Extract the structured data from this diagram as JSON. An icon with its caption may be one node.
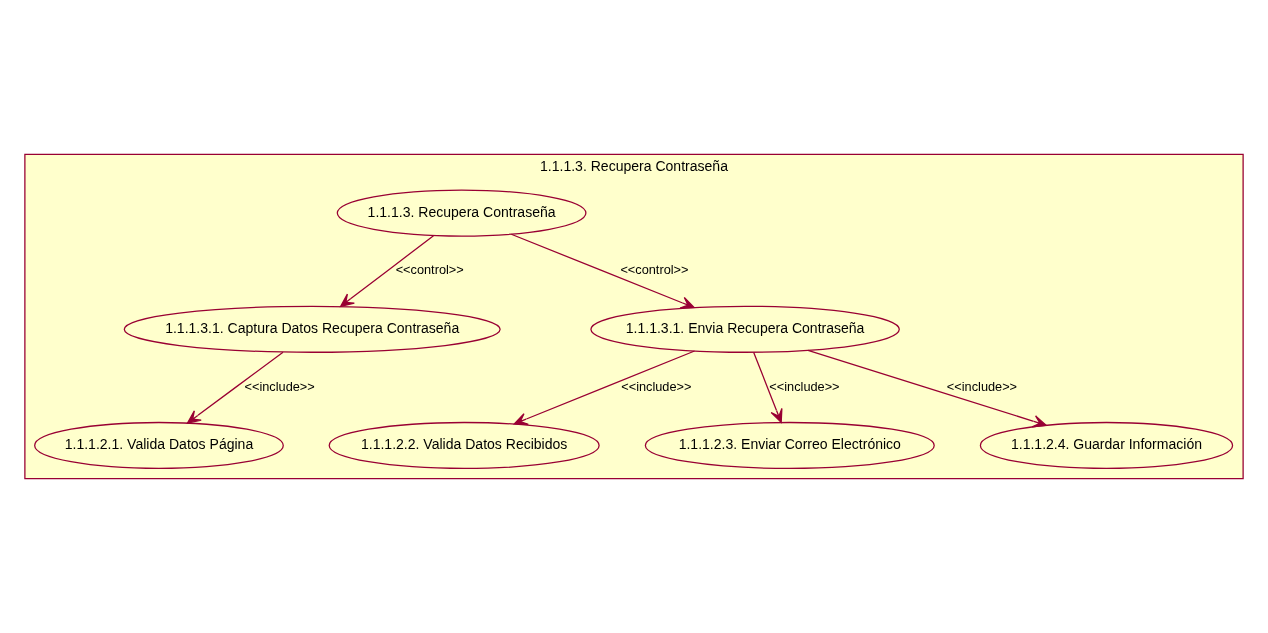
{
  "diagram": {
    "nodes": [
      {
        "text": [
          "1.1.1.3. Recupera Contraseña"
        ]
      },
      {
        "text": [
          "1.1.1.3. Recupera Contraseña"
        ],
        "in": 0
      },
      {
        "text": [
          "1.1.1.3.1. Captura Datos Recupera Contraseña"
        ],
        "in": 0
      },
      {
        "text": [
          "1.1.1.3.1. Envia Recupera Contraseña"
        ],
        "in": 0
      },
      {
        "text": [
          "1.1.1.2.1. Valida Datos Página"
        ],
        "in": 0
      },
      {
        "text": [
          "1.1.1.2.2. Valida Datos Recibidos"
        ],
        "in": 0
      },
      {
        "text": [
          "1.1.1.2.3. Enviar Correo Electrónico"
        ],
        "in": 0
      },
      {
        "text": [
          "1.1.1.2.4. Guardar Información"
        ],
        "in": 0
      }
    ],
    "edges": [
      {
        "from": 1,
        "to": 2,
        "arrow": "to",
        "label": "<<control>>"
      },
      {
        "from": 1,
        "to": 3,
        "arrow": "to",
        "label": "<<control>>"
      },
      {
        "from": 2,
        "to": 4,
        "arrow": "to",
        "label": "<<include>>"
      },
      {
        "from": 3,
        "to": 5,
        "arrow": "to",
        "label": "<<include>>"
      },
      {
        "from": 3,
        "to": 6,
        "arrow": "to",
        "label": "<<include>>"
      },
      {
        "from": 3,
        "to": 7,
        "arrow": "to",
        "label": "<<include>>"
      }
    ]
  }
}
